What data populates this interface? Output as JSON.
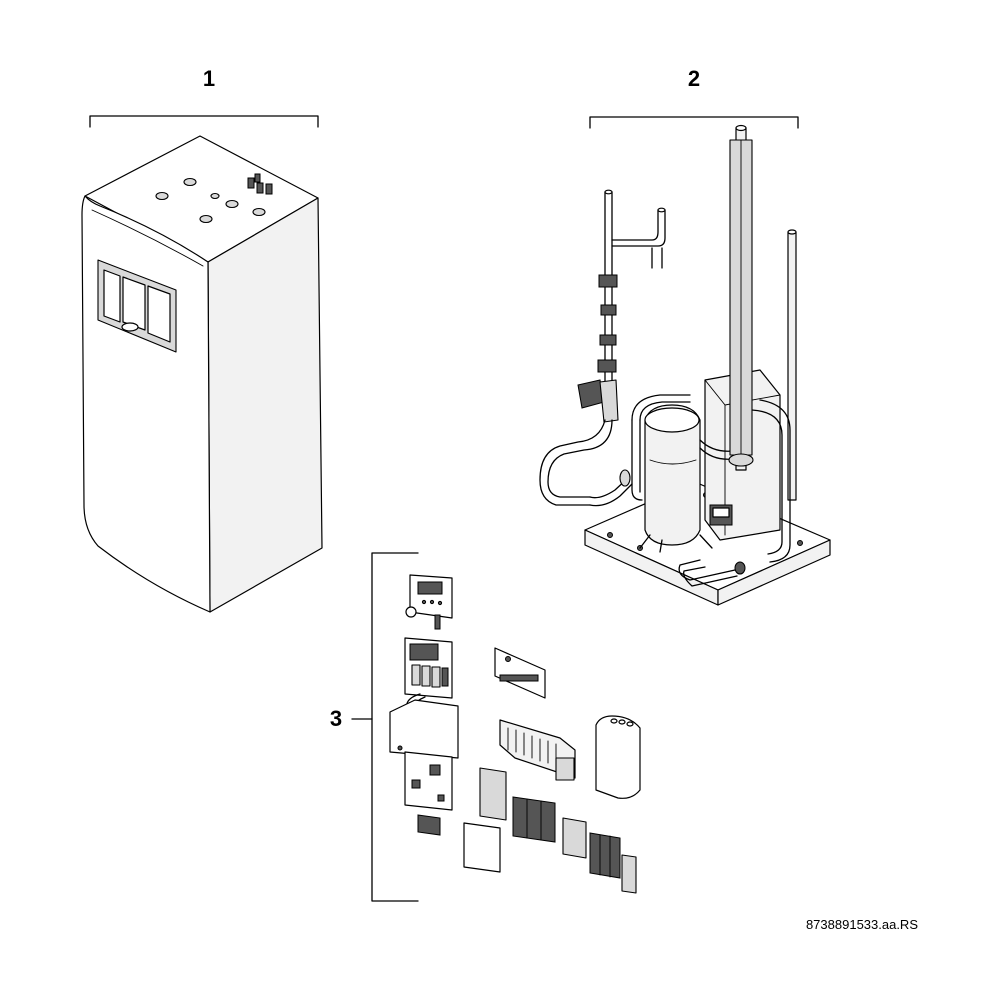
{
  "callouts": [
    {
      "label": "1",
      "part": "indoor-unit-housing"
    },
    {
      "label": "2",
      "part": "refrigerant-circuit-compressor-assembly"
    },
    {
      "label": "3",
      "part": "electrical-components-kit"
    }
  ],
  "document_reference": "8738891533.aa.RS",
  "colors": {
    "line": "#000000",
    "background": "#ffffff",
    "shade_light": "#f2f2f2",
    "shade_mid": "#d9d9d9",
    "shade_dark": "#555555"
  }
}
